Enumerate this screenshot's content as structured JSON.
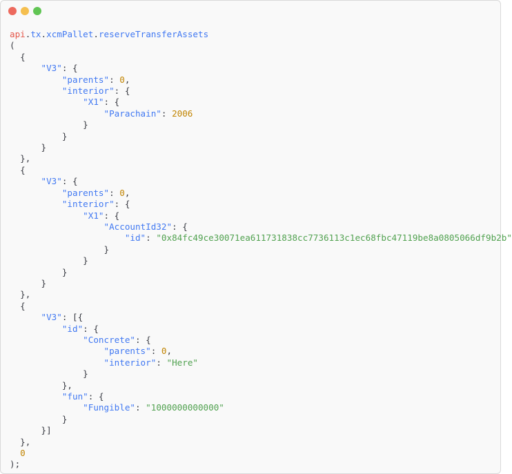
{
  "window": {
    "controls": [
      {
        "name": "close",
        "color": "#ed6a5e"
      },
      {
        "name": "minimize",
        "color": "#f5bf4f"
      },
      {
        "name": "maximize",
        "color": "#61c554"
      }
    ]
  },
  "colors": {
    "text": "#222222",
    "api": "#e45649",
    "method": "#4078f2",
    "key": "#4078f2",
    "string": "#50a14f",
    "number": "#c18401",
    "punct": "#383a42"
  },
  "code_lines": [
    [
      {
        "t": "api",
        "c": "api"
      },
      {
        "t": ".",
        "c": "punct"
      },
      {
        "t": "tx",
        "c": "method"
      },
      {
        "t": ".",
        "c": "punct"
      },
      {
        "t": "xcmPallet",
        "c": "method"
      },
      {
        "t": ".",
        "c": "punct"
      },
      {
        "t": "reserveTransferAssets",
        "c": "method"
      }
    ],
    [
      {
        "t": "(",
        "c": "punct"
      }
    ],
    [
      {
        "t": "  {",
        "c": "punct"
      }
    ],
    [
      {
        "t": "      ",
        "c": "punct"
      },
      {
        "t": "\"V3\"",
        "c": "key"
      },
      {
        "t": ": {",
        "c": "punct"
      }
    ],
    [
      {
        "t": "          ",
        "c": "punct"
      },
      {
        "t": "\"parents\"",
        "c": "key"
      },
      {
        "t": ": ",
        "c": "punct"
      },
      {
        "t": "0",
        "c": "number"
      },
      {
        "t": ",",
        "c": "punct"
      }
    ],
    [
      {
        "t": "          ",
        "c": "punct"
      },
      {
        "t": "\"interior\"",
        "c": "key"
      },
      {
        "t": ": {",
        "c": "punct"
      }
    ],
    [
      {
        "t": "              ",
        "c": "punct"
      },
      {
        "t": "\"X1\"",
        "c": "key"
      },
      {
        "t": ": {",
        "c": "punct"
      }
    ],
    [
      {
        "t": "                  ",
        "c": "punct"
      },
      {
        "t": "\"Parachain\"",
        "c": "key"
      },
      {
        "t": ": ",
        "c": "punct"
      },
      {
        "t": "2006",
        "c": "number"
      }
    ],
    [
      {
        "t": "              }",
        "c": "punct"
      }
    ],
    [
      {
        "t": "          }",
        "c": "punct"
      }
    ],
    [
      {
        "t": "      }",
        "c": "punct"
      }
    ],
    [
      {
        "t": "  },",
        "c": "punct"
      }
    ],
    [
      {
        "t": "  {",
        "c": "punct"
      }
    ],
    [
      {
        "t": "      ",
        "c": "punct"
      },
      {
        "t": "\"V3\"",
        "c": "key"
      },
      {
        "t": ": {",
        "c": "punct"
      }
    ],
    [
      {
        "t": "          ",
        "c": "punct"
      },
      {
        "t": "\"parents\"",
        "c": "key"
      },
      {
        "t": ": ",
        "c": "punct"
      },
      {
        "t": "0",
        "c": "number"
      },
      {
        "t": ",",
        "c": "punct"
      }
    ],
    [
      {
        "t": "          ",
        "c": "punct"
      },
      {
        "t": "\"interior\"",
        "c": "key"
      },
      {
        "t": ": {",
        "c": "punct"
      }
    ],
    [
      {
        "t": "              ",
        "c": "punct"
      },
      {
        "t": "\"X1\"",
        "c": "key"
      },
      {
        "t": ": {",
        "c": "punct"
      }
    ],
    [
      {
        "t": "                  ",
        "c": "punct"
      },
      {
        "t": "\"AccountId32\"",
        "c": "key"
      },
      {
        "t": ": {",
        "c": "punct"
      }
    ],
    [
      {
        "t": "                      ",
        "c": "punct"
      },
      {
        "t": "\"id\"",
        "c": "key"
      },
      {
        "t": ": ",
        "c": "punct"
      },
      {
        "t": "\"0x84fc49ce30071ea611731838cc7736113c1ec68fbc47119be8a0805066df9b2b\"",
        "c": "string"
      }
    ],
    [
      {
        "t": "                  }",
        "c": "punct"
      }
    ],
    [
      {
        "t": "              }",
        "c": "punct"
      }
    ],
    [
      {
        "t": "          }",
        "c": "punct"
      }
    ],
    [
      {
        "t": "      }",
        "c": "punct"
      }
    ],
    [
      {
        "t": "  },",
        "c": "punct"
      }
    ],
    [
      {
        "t": "  {",
        "c": "punct"
      }
    ],
    [
      {
        "t": "      ",
        "c": "punct"
      },
      {
        "t": "\"V3\"",
        "c": "key"
      },
      {
        "t": ": [{",
        "c": "punct"
      }
    ],
    [
      {
        "t": "          ",
        "c": "punct"
      },
      {
        "t": "\"id\"",
        "c": "key"
      },
      {
        "t": ": {",
        "c": "punct"
      }
    ],
    [
      {
        "t": "              ",
        "c": "punct"
      },
      {
        "t": "\"Concrete\"",
        "c": "key"
      },
      {
        "t": ": {",
        "c": "punct"
      }
    ],
    [
      {
        "t": "                  ",
        "c": "punct"
      },
      {
        "t": "\"parents\"",
        "c": "key"
      },
      {
        "t": ": ",
        "c": "punct"
      },
      {
        "t": "0",
        "c": "number"
      },
      {
        "t": ",",
        "c": "punct"
      }
    ],
    [
      {
        "t": "                  ",
        "c": "punct"
      },
      {
        "t": "\"interior\"",
        "c": "key"
      },
      {
        "t": ": ",
        "c": "punct"
      },
      {
        "t": "\"Here\"",
        "c": "string"
      }
    ],
    [
      {
        "t": "              }",
        "c": "punct"
      }
    ],
    [
      {
        "t": "          },",
        "c": "punct"
      }
    ],
    [
      {
        "t": "          ",
        "c": "punct"
      },
      {
        "t": "\"fun\"",
        "c": "key"
      },
      {
        "t": ": {",
        "c": "punct"
      }
    ],
    [
      {
        "t": "              ",
        "c": "punct"
      },
      {
        "t": "\"Fungible\"",
        "c": "key"
      },
      {
        "t": ": ",
        "c": "punct"
      },
      {
        "t": "\"1000000000000\"",
        "c": "string"
      }
    ],
    [
      {
        "t": "          }",
        "c": "punct"
      }
    ],
    [
      {
        "t": "      }]",
        "c": "punct"
      }
    ],
    [
      {
        "t": "  },",
        "c": "punct"
      }
    ],
    [
      {
        "t": "  ",
        "c": "punct"
      },
      {
        "t": "0",
        "c": "number"
      }
    ],
    [
      {
        "t": ");",
        "c": "punct"
      }
    ]
  ]
}
